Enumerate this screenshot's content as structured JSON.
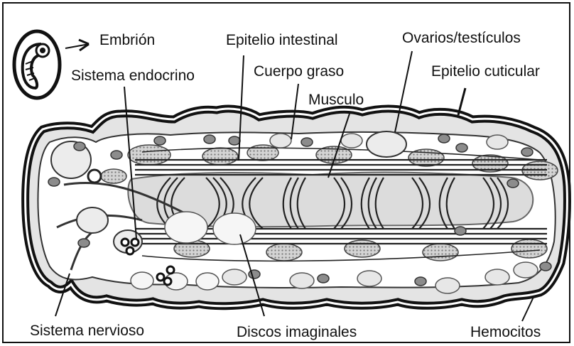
{
  "labels": {
    "embryo": "Embrión",
    "endocrine": "Sistema endocrino",
    "gut_epithelium": "Epitelio intestinal",
    "fat_body": "Cuerpo graso",
    "muscle": "Musculo",
    "gonads": "Ovarios/testículos",
    "cuticular_epithelium": "Epitelio cuticular",
    "nervous": "Sistema nervioso",
    "imaginal_discs": "Discos imaginales",
    "hemocytes": "Hemocitos"
  }
}
